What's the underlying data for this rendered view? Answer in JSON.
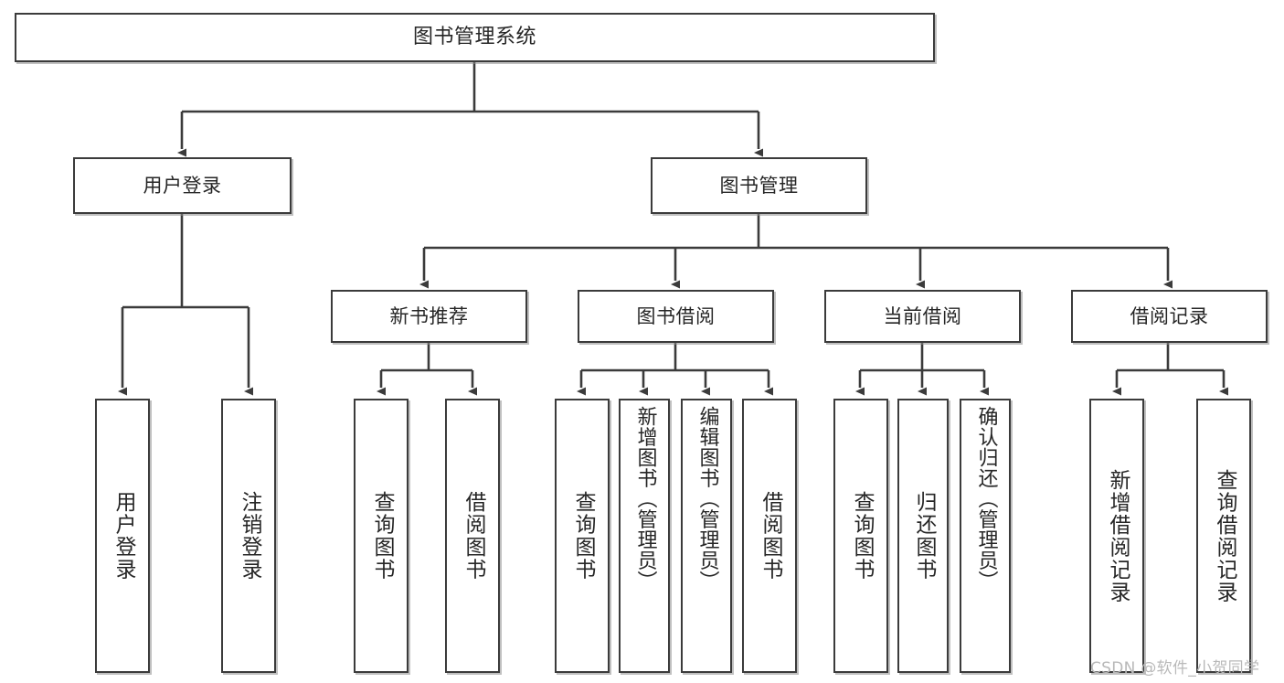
{
  "diagram": {
    "title": "图书管理系统",
    "type": "tree-hierarchy-diagram",
    "background_color": "#ffffff",
    "box_border_color": "#3b3b3b",
    "connector_color": "#3b3b3b",
    "text_color": "#262626"
  },
  "root": {
    "label": "图书管理系统"
  },
  "level2": {
    "user_login": {
      "label": "用户登录"
    },
    "book_manage": {
      "label": "图书管理"
    }
  },
  "level3": {
    "new_book_recommend": {
      "label": "新书推荐"
    },
    "book_borrow": {
      "label": "图书借阅"
    },
    "current_borrow": {
      "label": "当前借阅"
    },
    "borrow_record": {
      "label": "借阅记录"
    }
  },
  "leaves": {
    "user_login": [
      {
        "label": "用户登录"
      },
      {
        "label": "注销登录"
      }
    ],
    "new_book_recommend": [
      {
        "label": "查询图书"
      },
      {
        "label": "借阅图书"
      }
    ],
    "book_borrow": [
      {
        "label": "查询图书"
      },
      {
        "label": "新增图书（管理员）"
      },
      {
        "label": "编辑图书（管理员）"
      },
      {
        "label": "借阅图书"
      }
    ],
    "current_borrow": [
      {
        "label": "查询图书"
      },
      {
        "label": "归还图书"
      },
      {
        "label": "确认归还（管理员）"
      }
    ],
    "borrow_record": [
      {
        "label": "新增借阅记录"
      },
      {
        "label": "查询借阅记录"
      }
    ]
  },
  "watermark": {
    "text": "CSDN @软件_小贺同学"
  }
}
